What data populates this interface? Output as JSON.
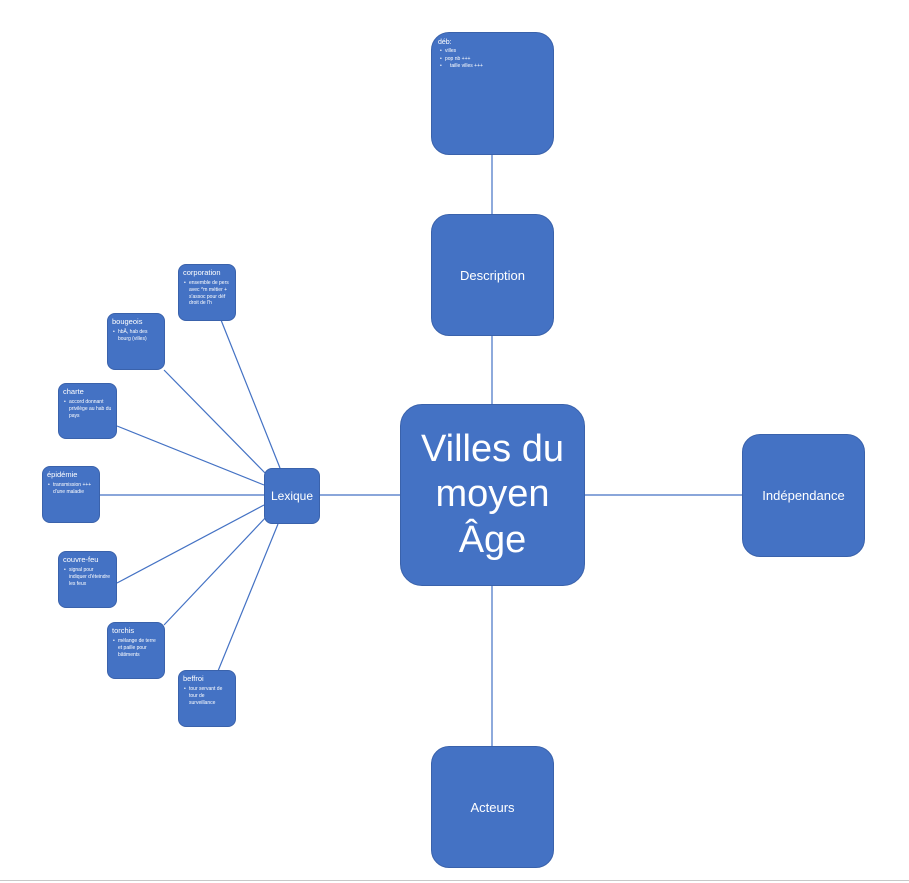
{
  "center": {
    "title": "Villes du moyen Âge"
  },
  "branches": {
    "description": "Description",
    "independance": "Indépendance",
    "acteurs": "Acteurs",
    "lexique": "Lexique"
  },
  "debut": {
    "title": "déb:",
    "items": [
      "villes",
      "pop nb +++",
      "taille villes +++"
    ]
  },
  "lexique_terms": [
    {
      "title": "corporation",
      "text": "ensemble de pers avec ^m métier + s'assoc pour déf droit de l'h"
    },
    {
      "title": "bougeois",
      "text": "hbÂ, hab des bourg (villes)"
    },
    {
      "title": "charte",
      "text": "accord donnant privilège au hab du pays"
    },
    {
      "title": "épidémie",
      "text": "transmission +++ d'une maladie"
    },
    {
      "title": "couvre-feu",
      "text": "signal pour indiquer d'éteindre les feux"
    },
    {
      "title": "torchis",
      "text": "mélange de terre et paille pour bâtiments"
    },
    {
      "title": "beffroi",
      "text": "tour servant de tour de surveillance"
    }
  ],
  "colors": {
    "node_fill": "#4472c4",
    "node_border": "#3a62ab",
    "connector": "#4472c4"
  }
}
